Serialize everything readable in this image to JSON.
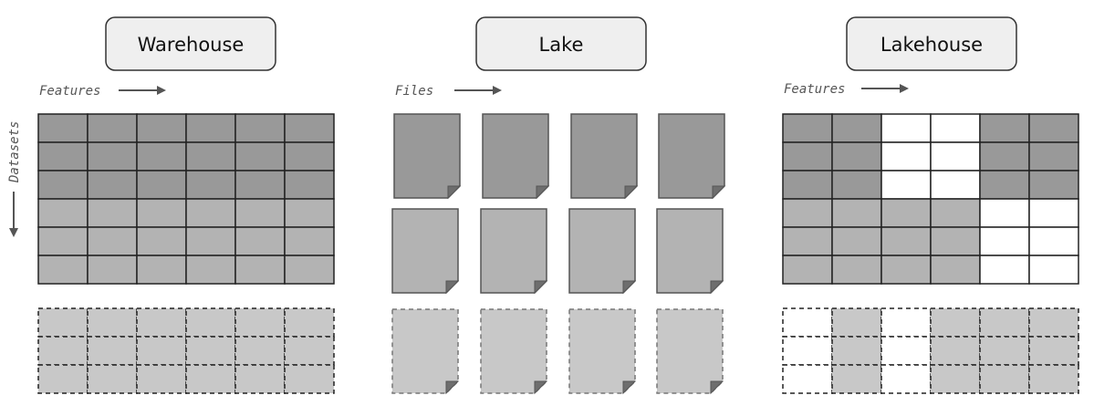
{
  "titles": {
    "warehouse": "Warehouse",
    "lake": "Lake",
    "lakehouse": "Lakehouse"
  },
  "axes": {
    "warehouse_x": "Features",
    "lake_x": "Files",
    "lakehouse_x": "Features",
    "y": "Datasets"
  },
  "colors": {
    "dark": "#999999",
    "medium": "#b3b3b3",
    "light": "#c8c8c8",
    "empty": "#ffffff",
    "title_box_fill": "#efefef",
    "border": "#222222",
    "arrow": "#555555"
  },
  "warehouse_grid": [
    [
      "D",
      "D",
      "D",
      "D",
      "D",
      "D"
    ],
    [
      "D",
      "D",
      "D",
      "D",
      "D",
      "D"
    ],
    [
      "D",
      "D",
      "D",
      "D",
      "D",
      "D"
    ],
    [
      "M",
      "M",
      "M",
      "M",
      "M",
      "M"
    ],
    [
      "M",
      "M",
      "M",
      "M",
      "M",
      "M"
    ],
    [
      "M",
      "M",
      "M",
      "M",
      "M",
      "M"
    ]
  ],
  "warehouse_future": [
    [
      "L",
      "L",
      "L",
      "L",
      "L",
      "L"
    ],
    [
      "L",
      "L",
      "L",
      "L",
      "L",
      "L"
    ],
    [
      "L",
      "L",
      "L",
      "L",
      "L",
      "L"
    ]
  ],
  "lake_files": [
    [
      "D",
      "D",
      "D",
      "D"
    ],
    [
      "M",
      "M",
      "M",
      "M"
    ]
  ],
  "lake_future": [
    [
      "L",
      "L",
      "L",
      "L"
    ]
  ],
  "lakehouse_grid": [
    [
      "D",
      "D",
      "W",
      "W",
      "D",
      "D"
    ],
    [
      "D",
      "D",
      "W",
      "W",
      "D",
      "D"
    ],
    [
      "D",
      "D",
      "W",
      "W",
      "D",
      "D"
    ],
    [
      "M",
      "M",
      "M",
      "M",
      "W",
      "W"
    ],
    [
      "M",
      "M",
      "M",
      "M",
      "W",
      "W"
    ],
    [
      "M",
      "M",
      "M",
      "M",
      "W",
      "W"
    ]
  ],
  "lakehouse_future": [
    [
      "W",
      "L",
      "W",
      "L",
      "L",
      "L"
    ],
    [
      "W",
      "L",
      "W",
      "L",
      "L",
      "L"
    ],
    [
      "W",
      "L",
      "W",
      "L",
      "L",
      "L"
    ]
  ]
}
